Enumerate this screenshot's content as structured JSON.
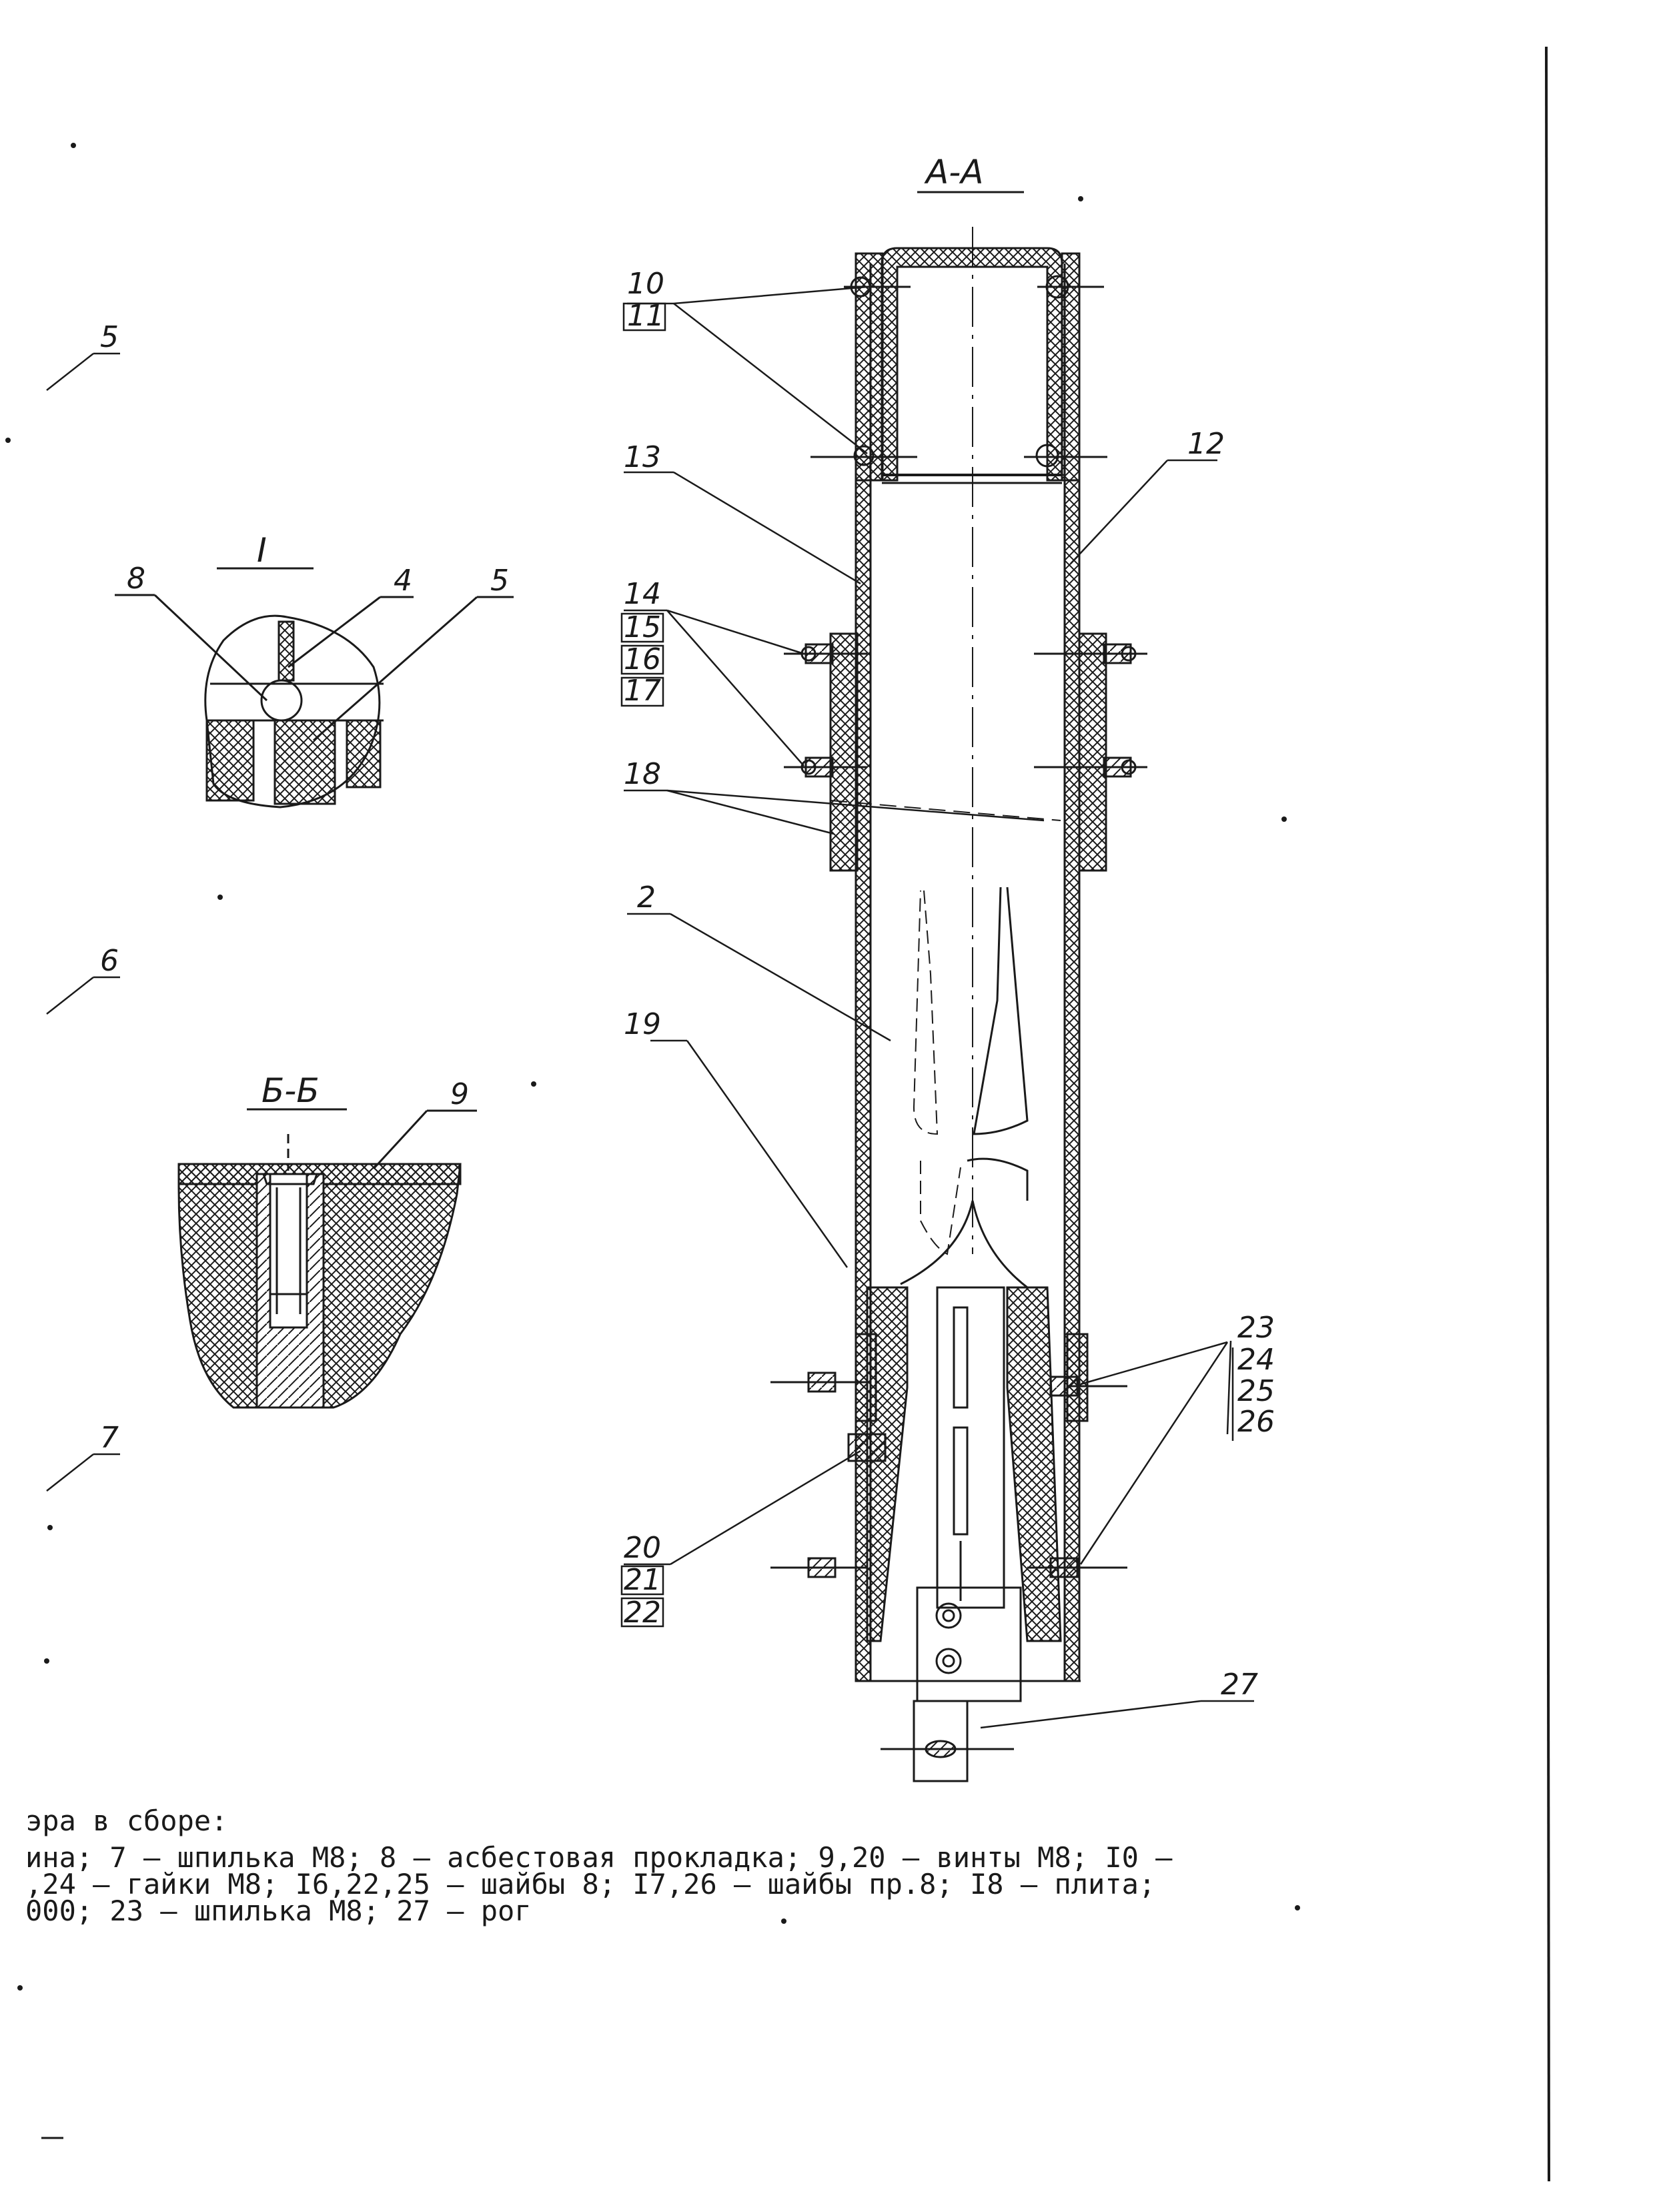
{
  "views": {
    "section_aa": "А-А",
    "detail_1": "I",
    "section_bb": "Б-Б"
  },
  "side_labels": [
    "5",
    "6",
    "7"
  ],
  "callouts": {
    "c10": "10",
    "c11": "11",
    "c12": "12",
    "c13": "13",
    "c14": "14",
    "c15": "15",
    "c16": "16",
    "c17": "17",
    "c18": "18",
    "c2": "2",
    "c19": "19",
    "c20": "20",
    "c21": "21",
    "c22": "22",
    "c23": "23",
    "c24": "24",
    "c25": "25",
    "c26": "26",
    "c27": "27",
    "d8": "8",
    "d4": "4",
    "d5": "5",
    "b9": "9"
  },
  "caption": {
    "heading": "эра в сборе:",
    "line1": "ина; 7 – шпилька М8; 8 – асбестовая прокладка; 9,20 – винты М8; I0 –",
    "line2": ",24 – гайки М8; I6,22,25 – шайбы 8; I7,26 – шайбы пр.8; I8 – плита;",
    "line3": "000; 23 – шпилька М8; 27 – рог"
  },
  "colors": {
    "ink": "#1a1a1a",
    "paper": "#ffffff"
  }
}
